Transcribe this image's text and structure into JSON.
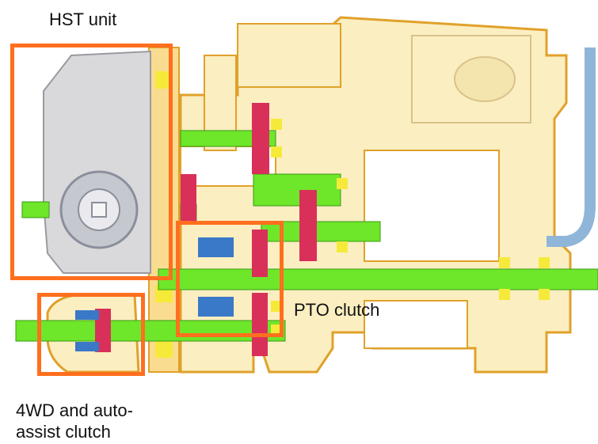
{
  "labels": {
    "hst_unit": "HST unit",
    "pto_clutch": "PTO clutch",
    "four_wd_line1": "4WD and auto-",
    "four_wd_line2": "assist clutch"
  },
  "colors": {
    "highlight_box": "#ff6f1e",
    "housing": "#fbeec1",
    "housing_outline": "#e0a12a",
    "hst_body": "#d9d9dc",
    "shaft": "#6ee62a",
    "gear": "#d9305a",
    "bearing": "#f5ea3a",
    "clutch_detail": "#3a78c8",
    "pipe": "#8fb6d8"
  }
}
